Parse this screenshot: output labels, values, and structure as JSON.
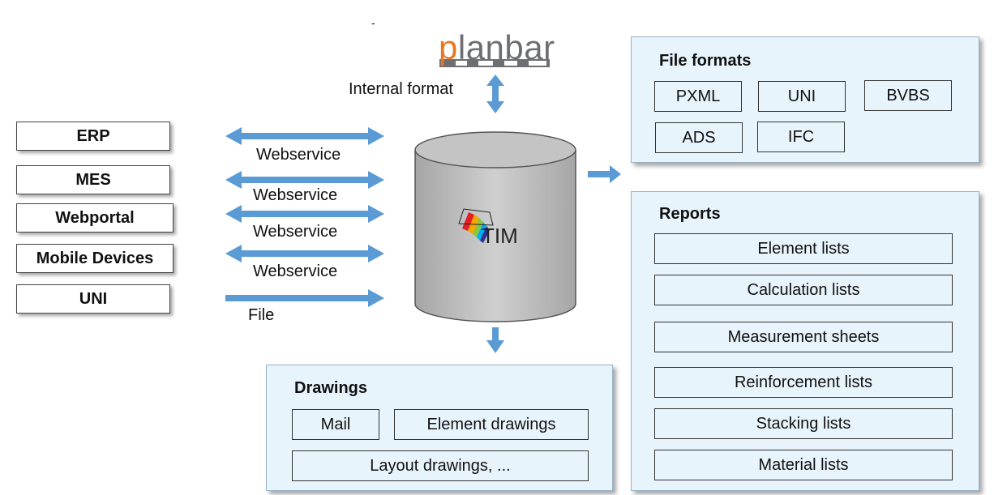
{
  "stray_mark": "-",
  "planbar": {
    "logo_text": "planbar",
    "label": "Internal format"
  },
  "database": {
    "logo_text": "TIM"
  },
  "sources": [
    {
      "label": "ERP",
      "link": "Webservice"
    },
    {
      "label": "MES",
      "link": "Webservice"
    },
    {
      "label": "Webportal",
      "link": "Webservice"
    },
    {
      "label": "Mobile Devices",
      "link": "Webservice"
    },
    {
      "label": "UNI",
      "link": "File"
    }
  ],
  "file_formats": {
    "title": "File formats",
    "items": [
      "PXML",
      "UNI",
      "BVBS",
      "ADS",
      "IFC"
    ]
  },
  "reports": {
    "title": "Reports",
    "items": [
      "Element lists",
      "Calculation lists",
      "Measurement sheets",
      "Reinforcement lists",
      "Stacking lists",
      "Material lists"
    ]
  },
  "drawings": {
    "title": "Drawings",
    "items": [
      "Mail",
      "Element drawings",
      "Layout drawings, ..."
    ]
  },
  "colors": {
    "arrow": "#5b9bd5",
    "panel_fill": "#e8f4fc",
    "planbar_orange": "#e87722",
    "planbar_gray": "#6d6e71",
    "cylinder": "#bfbfbf"
  }
}
